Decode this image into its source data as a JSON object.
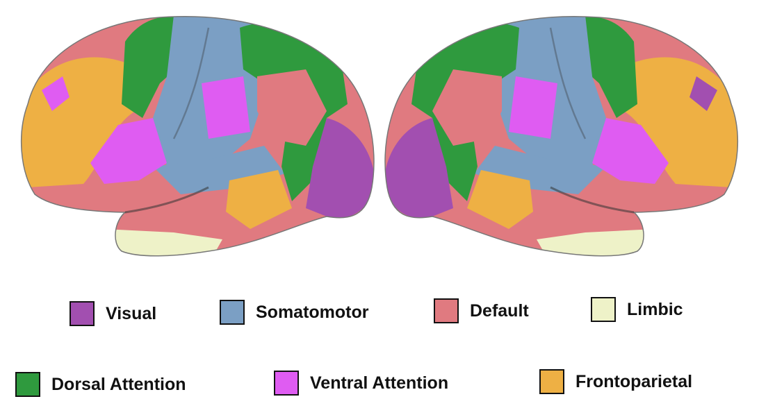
{
  "colors": {
    "visual": "#a24fb0",
    "somatomotor": "#7b9fc4",
    "default": "#e07a80",
    "limbic": "#eef2c8",
    "dorsal_attention": "#2f9a3e",
    "ventral_attention": "#df5cf2",
    "frontoparietal": "#eeb044"
  },
  "legend": {
    "visual": "Visual",
    "somatomotor": "Somatomotor",
    "default": "Default",
    "limbic": "Limbic",
    "dorsal_attention": "Dorsal Attention",
    "ventral_attention": "Ventral Attention",
    "frontoparietal": "Frontoparietal"
  }
}
